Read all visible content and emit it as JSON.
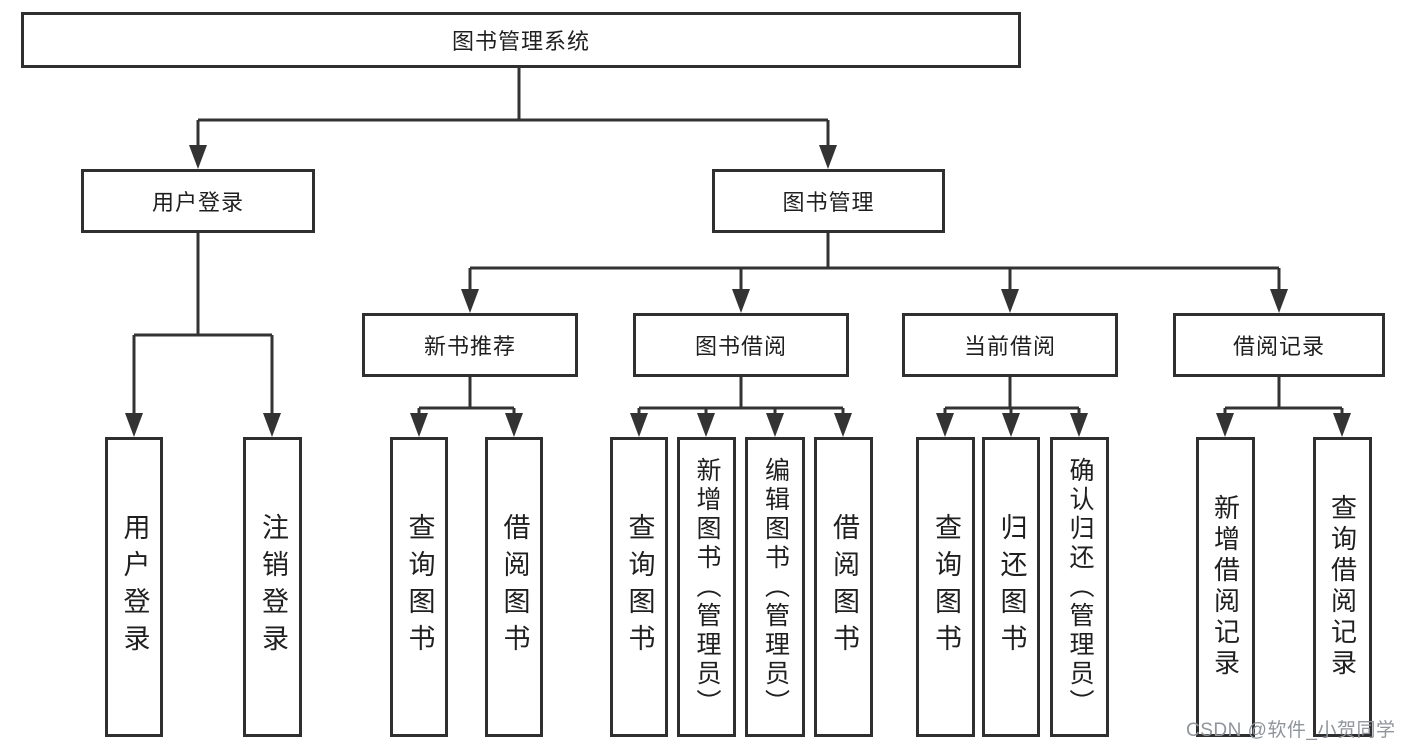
{
  "tree": {
    "root": {
      "label": "图书管理系统"
    },
    "branches": [
      {
        "label": "用户登录",
        "children": [
          {
            "label": "用户登录"
          },
          {
            "label": "注销登录"
          }
        ]
      },
      {
        "label": "图书管理",
        "children": [
          {
            "label": "新书推荐",
            "children": [
              {
                "label": "查询图书"
              },
              {
                "label": "借阅图书"
              }
            ]
          },
          {
            "label": "图书借阅",
            "children": [
              {
                "label": "查询图书"
              },
              {
                "label": "新增图书（管理员）"
              },
              {
                "label": "编辑图书（管理员）"
              },
              {
                "label": "借阅图书"
              }
            ]
          },
          {
            "label": "当前借阅",
            "children": [
              {
                "label": "查询图书"
              },
              {
                "label": "归还图书"
              },
              {
                "label": "确认归还（管理员）"
              }
            ]
          },
          {
            "label": "借阅记录",
            "children": [
              {
                "label": "新增借阅记录"
              },
              {
                "label": "查询借阅记录"
              }
            ]
          }
        ]
      }
    ]
  },
  "watermark": "CSDN @软件_小贺同学",
  "colors": {
    "line": "#333333",
    "box_border": "#2f2f2f",
    "text": "#1f1f1f",
    "watermark": "#8f959b",
    "background": "#ffffff"
  }
}
